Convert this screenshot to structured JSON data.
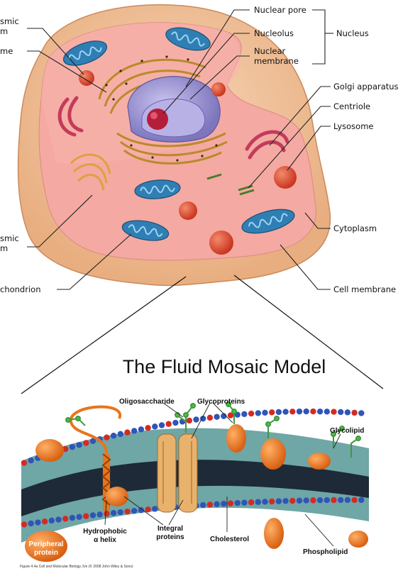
{
  "cell_labels": {
    "er_top": "smic\nm",
    "ribosome": "me",
    "nuclear_pore": "Nuclear pore",
    "nucleolus": "Nucleolus",
    "nuclear_membrane": "Nuclear\nmembrane",
    "nucleus": "Nucleus",
    "golgi": "Golgi apparatus",
    "centriole": "Centriole",
    "lysosome": "Lysosome",
    "cytoplasm": "Cytoplasm",
    "er_bottom": "smic\nm",
    "mitochondrion": "chondrion",
    "cell_membrane": "Cell membrane"
  },
  "title": "The Fluid Mosaic Model",
  "membrane_labels": {
    "oligosaccharide": "Oligosaccharide",
    "glycoproteins": "Glycoproteins",
    "glycolipid": "Glycolipid",
    "hydrophobic_helix": "Hydrophobic\nα helix",
    "integral_proteins": "Integral\nproteins",
    "cholesterol": "Cholesterol",
    "peripheral_protein": "Peripheral\nprotein",
    "phospholipid": "Phospholipid"
  },
  "credit": "Figure 4.4a  Cell and Molecular Biology, 5/e (© 2008 John Wiley & Sons)",
  "colors": {
    "cell_outer": "#f2c6a0",
    "cytoplasm": "#f4a9a2",
    "mitochondria": "#2f7fb5",
    "lysosome": "#d9472e",
    "nucleus": "#9a93cf",
    "golgi": "#c33b5a",
    "protein": "#e8751c",
    "head_red": "#d32b23",
    "head_blue": "#2e55b8"
  }
}
